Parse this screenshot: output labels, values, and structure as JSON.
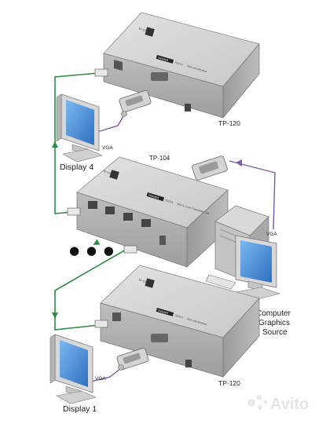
{
  "devices": {
    "top_receiver": {
      "model": "TP-120",
      "panel_model": "TP-120",
      "brand": "KRAMER",
      "brand_suffix": "TOOLS",
      "panel_text": "VGA Line Receiver"
    },
    "middle_transmitter": {
      "model": "TP-104",
      "panel_model": "TP-104",
      "brand": "KRAMER",
      "brand_suffix": "TOOLS",
      "panel_text": "VGA 1:4 Line Transmitter / DA"
    },
    "bottom_receiver": {
      "model": "TP-120",
      "panel_model": "TP-120",
      "brand": "KRAMER",
      "brand_suffix": "TOOLS",
      "panel_text": "VGA Line Receiver"
    }
  },
  "displays": {
    "display_4": "Display 4",
    "display_1": "Display 1"
  },
  "source": {
    "line1": "Computer",
    "line2": "Graphics",
    "line3": "Source"
  },
  "cables": {
    "vga_top": "VGA",
    "vga_source": "VGA",
    "vga_bottom": "VGA"
  },
  "ellipsis": "● ● ●",
  "watermark": "Avito",
  "colors": {
    "cat_cable": "#2f8a45",
    "vga_cable": "#7b5aa8",
    "device_body": "#c9c9c9",
    "device_front": "#b3b3b3",
    "monitor_screen": "#4a8fd8"
  }
}
